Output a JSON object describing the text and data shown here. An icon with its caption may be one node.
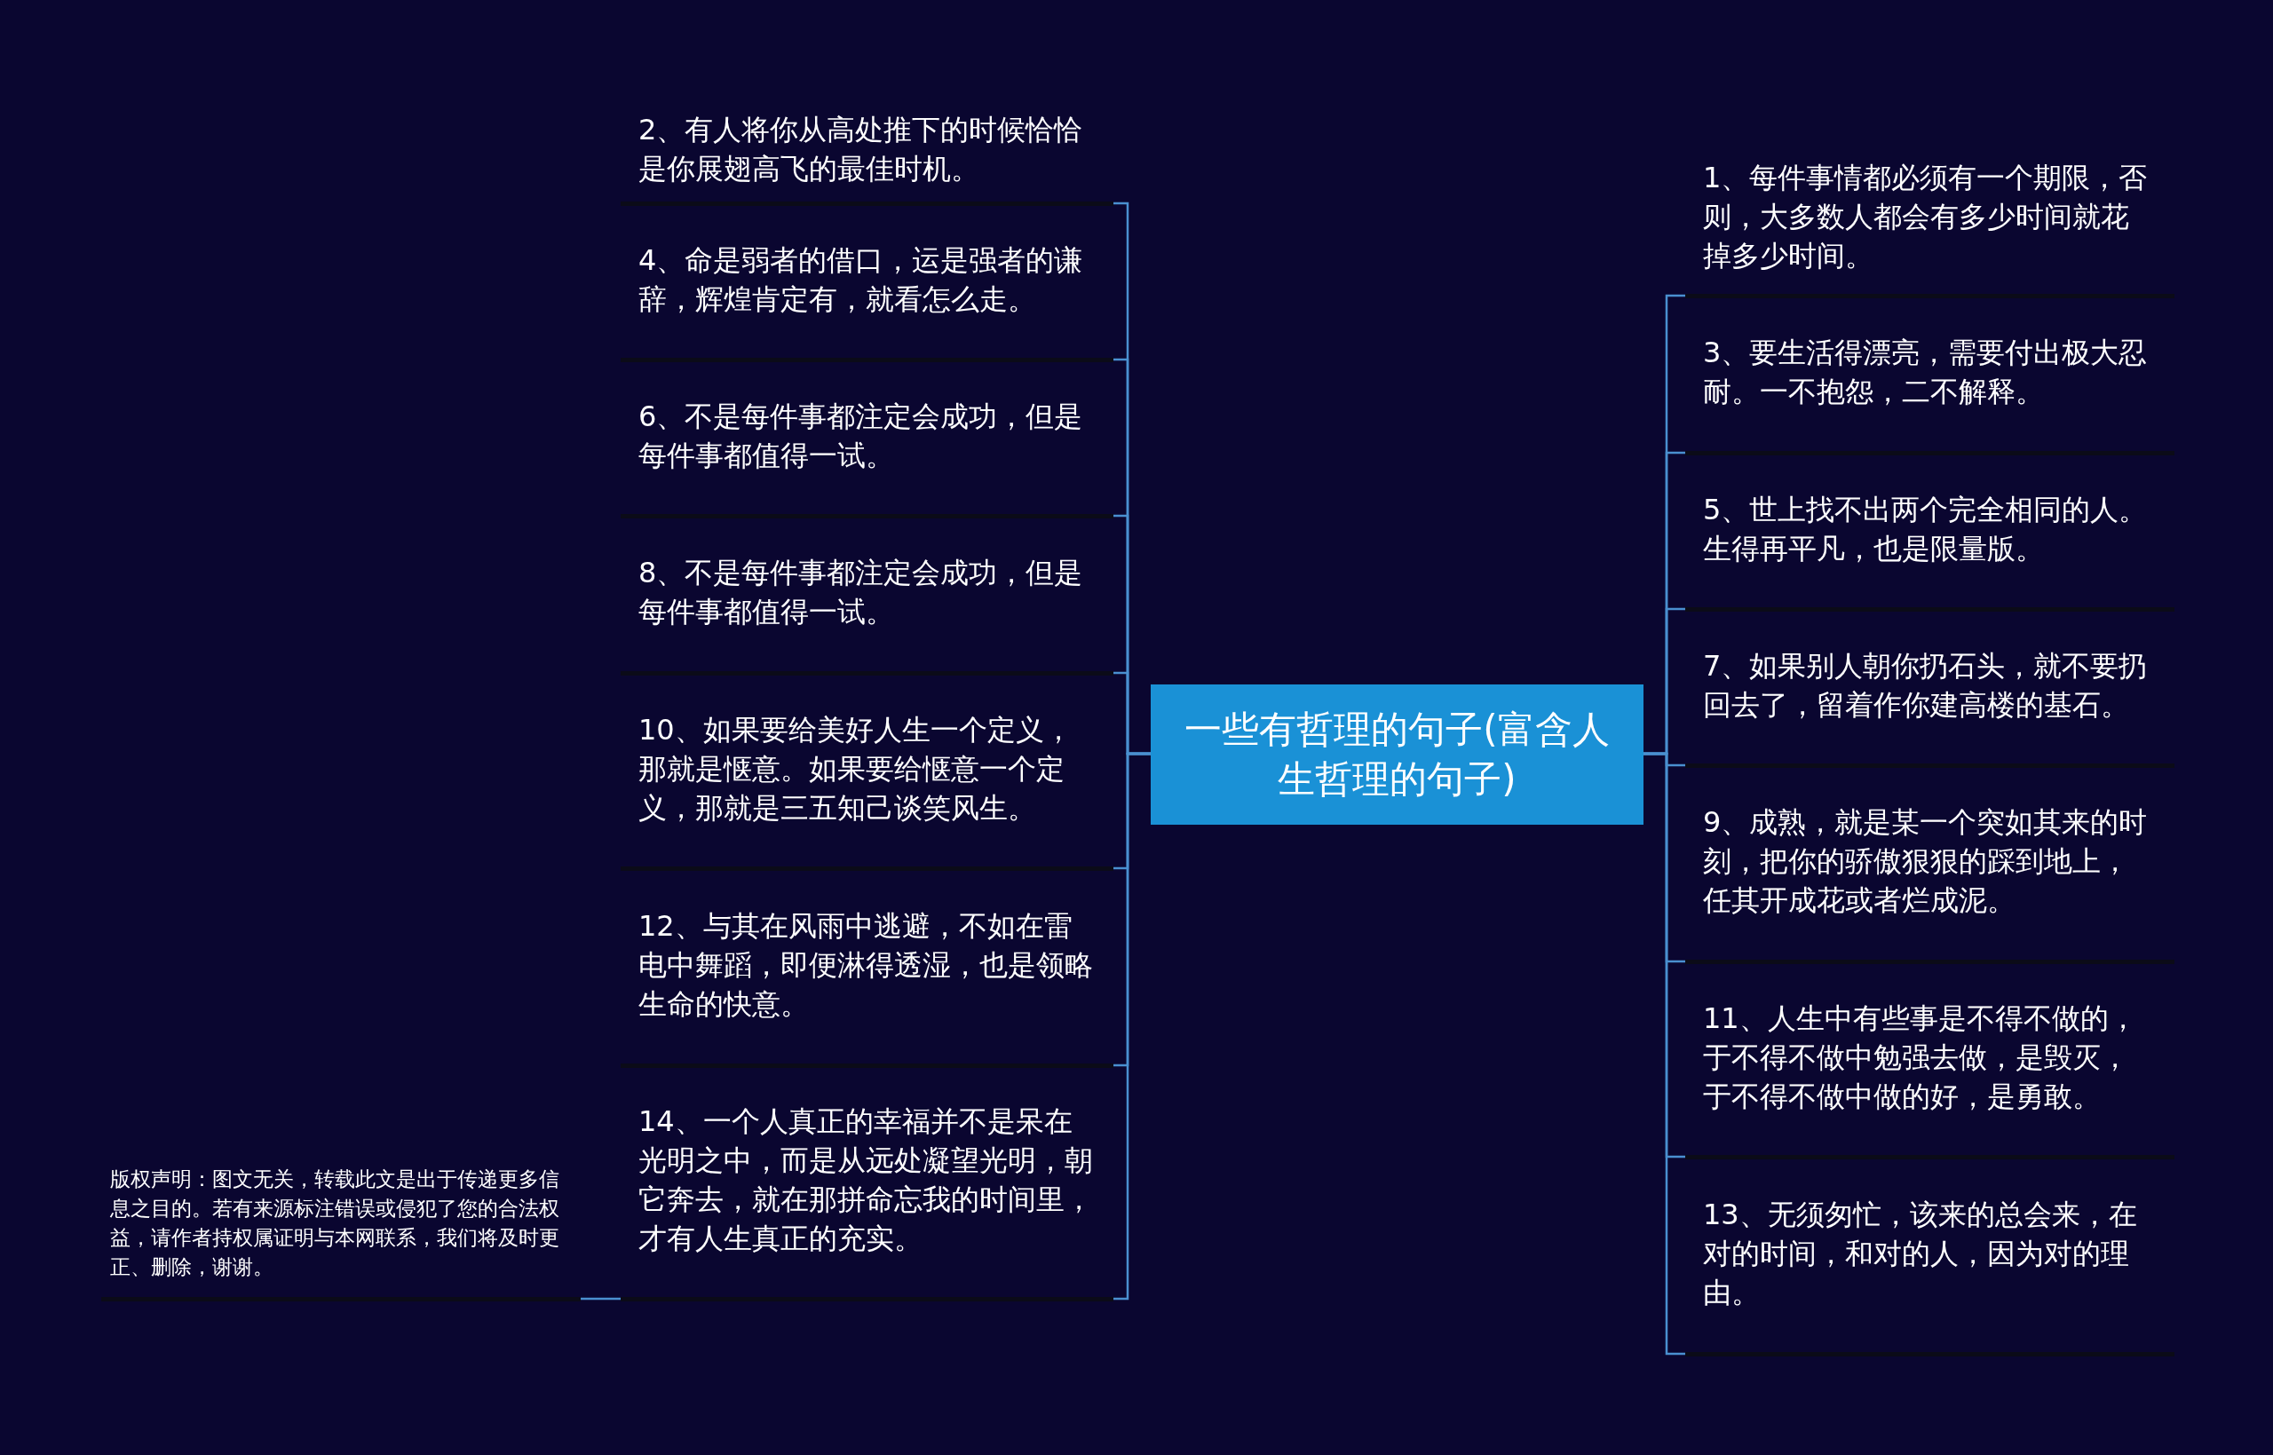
{
  "diagram": {
    "nodes": [
      {
        "text": [
          "一些有哲理的句子(富含人生哲理的句子)"
        ]
      },
      {
        "text": [
          "2、有人将你从高处推下的时候恰恰是你展翅高飞的最佳时机。"
        ]
      },
      {
        "text": [
          "4、命是弱者的借口，运是强者的谦辞，辉煌肯定有，就看怎么走。"
        ]
      },
      {
        "text": [
          "6、不是每件事都注定会成功，但是每件事都值得一试。"
        ]
      },
      {
        "text": [
          "8、不是每件事都注定会成功，但是每件事都值得一试。"
        ]
      },
      {
        "text": [
          "10、如果要给美好人生一个定义，那就是惬意。如果要给惬意一个定义，那就是三五知己谈笑风生。"
        ]
      },
      {
        "text": [
          "12、与其在风雨中逃避，不如在雷电中舞蹈，即便淋得透湿，也是领略生命的快意。"
        ]
      },
      {
        "text": [
          "14、一个人真正的幸福并不是呆在光明之中，而是从远处凝望光明，朝它奔去，就在那拼命忘我的时间里，才有人生真正的充实。"
        ]
      },
      {
        "text": [
          "1、每件事情都必须有一个期限，否则，大多数人都会有多少时间就花掉多少时间。"
        ]
      },
      {
        "text": [
          "3、要生活得漂亮，需要付出极大忍耐。一不抱怨，二不解释。"
        ]
      },
      {
        "text": [
          "5、世上找不出两个完全相同的人。生得再平凡，也是限量版。"
        ]
      },
      {
        "text": [
          "7、如果别人朝你扔石头，就不要扔回去了，留着作你建高楼的基石。"
        ]
      },
      {
        "text": [
          "9、成熟，就是某一个突如其来的时刻，把你的骄傲狠狠的踩到地上，任其开成花或者烂成泥。"
        ]
      },
      {
        "text": [
          "11、人生中有些事是不得不做的，于不得不做中勉强去做，是毁灭，于不得不做中做的好，是勇敢。"
        ]
      },
      {
        "text": [
          "13、无须匆忙，该来的总会来，在对的时间，和对的人，因为对的理由。"
        ]
      },
      {
        "text": [
          "版权声明：图文无关，转载此文是出于传递更多信息之目的。若有来源标注错误或侵犯了您的合法权益，请作者持权属证明与本网联系，我们将及时更正、删除，谢谢。"
        ]
      }
    ],
    "edges": [
      {
        "from": 0,
        "to": 1,
        "arrow": "none"
      },
      {
        "from": 0,
        "to": 2,
        "arrow": "none"
      },
      {
        "from": 0,
        "to": 3,
        "arrow": "none"
      },
      {
        "from": 0,
        "to": 4,
        "arrow": "none"
      },
      {
        "from": 0,
        "to": 5,
        "arrow": "none"
      },
      {
        "from": 0,
        "to": 6,
        "arrow": "none"
      },
      {
        "from": 0,
        "to": 7,
        "arrow": "none"
      },
      {
        "from": 0,
        "to": 8,
        "arrow": "none"
      },
      {
        "from": 0,
        "to": 9,
        "arrow": "none"
      },
      {
        "from": 0,
        "to": 10,
        "arrow": "none"
      },
      {
        "from": 0,
        "to": 11,
        "arrow": "none"
      },
      {
        "from": 0,
        "to": 12,
        "arrow": "none"
      },
      {
        "from": 0,
        "to": 13,
        "arrow": "none"
      },
      {
        "from": 0,
        "to": 14,
        "arrow": "none"
      },
      {
        "from": 7,
        "to": 15,
        "arrow": "none"
      }
    ]
  }
}
